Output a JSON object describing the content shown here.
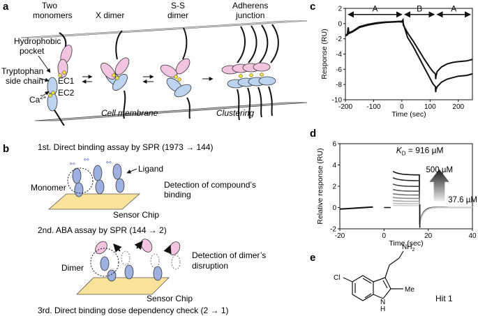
{
  "panels": {
    "a": {
      "label": "a",
      "titles": [
        "Two",
        "monomers",
        "X dimer",
        "S-S",
        "dimer",
        "Adherens",
        "junction"
      ],
      "annotations": {
        "hydrophobic": [
          "Hydrophobic",
          "pocket"
        ],
        "tryptophan": [
          "Tryptophan",
          "side chain"
        ],
        "ec1": "EC1",
        "ec2": "EC2",
        "ca": "Ca",
        "ca_sup": "2+",
        "membrane": "Cell membrane",
        "clustering": "Clustering"
      }
    },
    "b": {
      "label": "b",
      "step1": "1st. Direct binding assay by SPR (1973 → 144)",
      "ligand": "Ligand",
      "monomer": "Monomer",
      "detect1": [
        "Detection of compound’s",
        "binding"
      ],
      "sensor1": "Sensor Chip",
      "step2": "2nd. ABA assay by SPR (144 → 2)",
      "dimer": "Dimer",
      "detect2": [
        "Detection of dimer’s",
        "disruption"
      ],
      "sensor2": "Sensor Chip",
      "step3": "3rd. Direct binding dose dependency check (2 → 1)"
    },
    "e": {
      "label": "e",
      "hit": "Hit 1",
      "atoms": {
        "nh2": "NH",
        "nh2_sub": "2",
        "cl": "Cl",
        "nh": "N",
        "h": "H",
        "me": "Me"
      }
    }
  },
  "chart_data": [
    {
      "panel": "c",
      "type": "line",
      "xlabel": "Time (sec)",
      "ylabel": "Response (RU)",
      "xlim": [
        -200,
        250
      ],
      "ylim": [
        -10,
        2
      ],
      "xticks": [
        -200,
        -100,
        0,
        100,
        200
      ],
      "yticks": [
        2,
        0,
        -2,
        -4,
        -6,
        -8,
        -10
      ],
      "phases": [
        {
          "label": "A",
          "from": -195,
          "to": 5
        },
        {
          "label": "B",
          "from": 5,
          "to": 120
        },
        {
          "label": "A",
          "from": 120,
          "to": 248
        }
      ],
      "series": [
        {
          "x": [
            -200,
            -193,
            -190,
            -188,
            -175,
            -150,
            -120,
            -90,
            -60,
            -30,
            -10,
            0,
            4,
            5,
            20,
            40,
            60,
            80,
            100,
            110,
            119,
            120,
            121,
            125,
            140,
            160,
            180,
            200,
            230,
            250
          ],
          "y": [
            -1.5,
            -1.4,
            -0.5,
            -1.2,
            -1.0,
            -0.4,
            -0.1,
            0.1,
            0.2,
            0.25,
            0.3,
            0.3,
            0.5,
            0.0,
            -1.8,
            -3.0,
            -4.4,
            -5.8,
            -7.2,
            -7.9,
            -8.3,
            -9.0,
            -8.7,
            -8.3,
            -7.7,
            -7.3,
            -7.1,
            -6.9,
            -6.8,
            -6.6
          ]
        },
        {
          "x": [
            -200,
            -193,
            -190,
            -188,
            -175,
            -150,
            -120,
            -90,
            -60,
            -30,
            -10,
            0,
            4,
            5,
            20,
            40,
            60,
            80,
            100,
            110,
            119,
            120,
            121,
            125,
            140,
            160,
            180,
            200,
            230,
            250
          ],
          "y": [
            -1.6,
            -1.5,
            -0.6,
            -1.3,
            -1.1,
            -0.5,
            -0.2,
            0.0,
            0.15,
            0.2,
            0.25,
            0.2,
            0.4,
            -0.2,
            -1.2,
            -2.3,
            -3.5,
            -4.7,
            -5.8,
            -6.3,
            -6.6,
            -7.3,
            -6.9,
            -6.3,
            -5.7,
            -5.3,
            -5.1,
            -5.0,
            -4.9,
            -4.7
          ]
        }
      ]
    },
    {
      "panel": "d",
      "type": "line",
      "xlabel": "Time (sec)",
      "ylabel": "Relative response (RU)",
      "xlim": [
        -20,
        40
      ],
      "ylim": [
        -2,
        6
      ],
      "xticks": [
        -20,
        0,
        20,
        40
      ],
      "yticks": [
        6,
        4,
        2,
        0,
        -2
      ],
      "annotations": {
        "kd_k": "K",
        "kd_sub": "D",
        "kd_val": " = 916 µM",
        "high": "500 µM",
        "low": "37.6 µM"
      },
      "assoc_levels": [
        3.4,
        2.8,
        2.2,
        1.7,
        1.3,
        0.95,
        0.65,
        0.4,
        0.2
      ],
      "colors": [
        "#111111",
        "#2b2b2b",
        "#444444",
        "#5c5c5c",
        "#757575",
        "#8e8e8e",
        "#a6a6a6",
        "#bdbdbd",
        "#d0d0d0"
      ]
    }
  ]
}
